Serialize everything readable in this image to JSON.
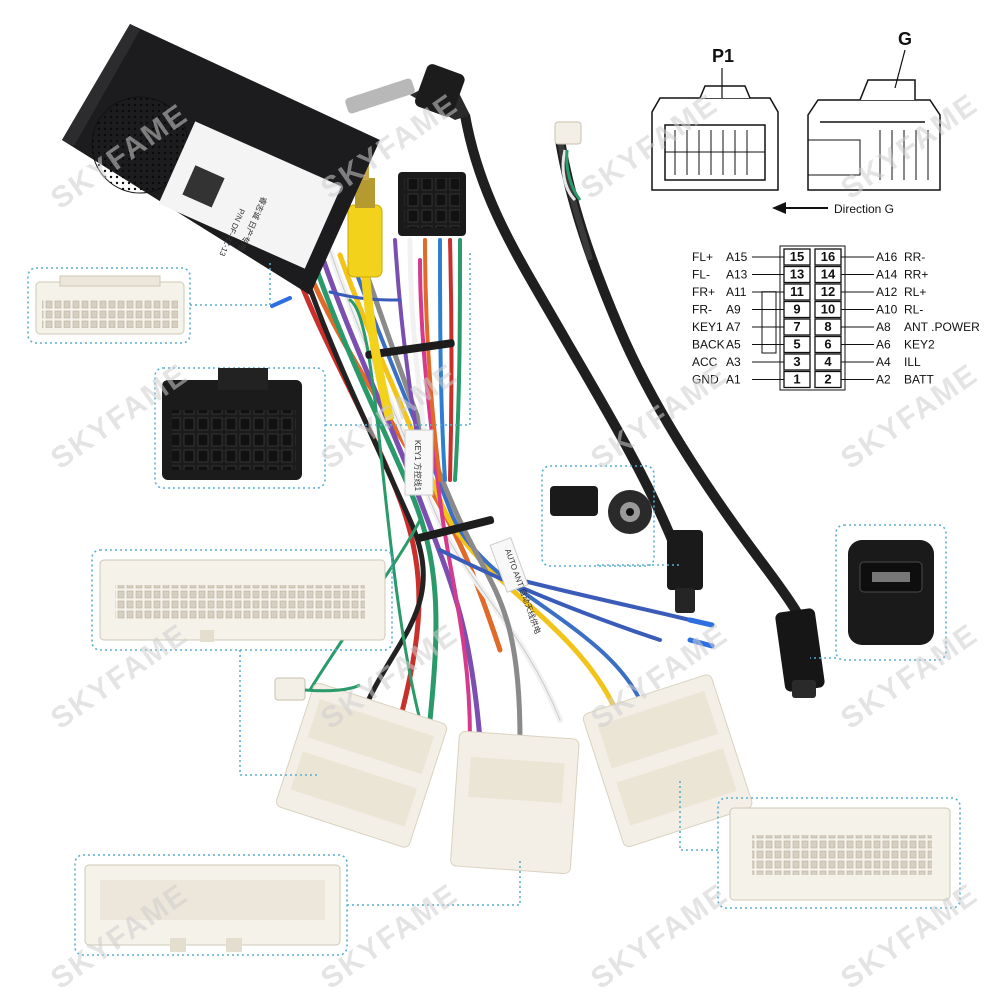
{
  "watermark": "SKYFAME",
  "connector_labels": {
    "p1": "P1",
    "g": "G",
    "direction": "Direction G"
  },
  "pinout": [
    {
      "left_name": "FL+",
      "left_id": "A15",
      "left_num": "15",
      "right_num": "16",
      "right_id": "A16",
      "right_name": "RR-"
    },
    {
      "left_name": "FL-",
      "left_id": "A13",
      "left_num": "13",
      "right_num": "14",
      "right_id": "A14",
      "right_name": "RR+"
    },
    {
      "left_name": "FR+",
      "left_id": "A11",
      "left_num": "11",
      "right_num": "12",
      "right_id": "A12",
      "right_name": "RL+"
    },
    {
      "left_name": "FR-",
      "left_id": "A9",
      "left_num": "9",
      "right_num": "10",
      "right_id": "A10",
      "right_name": "RL-"
    },
    {
      "left_name": "KEY1",
      "left_id": "A7",
      "left_num": "7",
      "right_num": "8",
      "right_id": "A8",
      "right_name": "ANT .POWER"
    },
    {
      "left_name": "BACK",
      "left_id": "A5",
      "left_num": "5",
      "right_num": "6",
      "right_id": "A6",
      "right_name": "KEY2"
    },
    {
      "left_name": "ACC",
      "left_id": "A3",
      "left_num": "3",
      "right_num": "4",
      "right_id": "A4",
      "right_name": "ILL"
    },
    {
      "left_name": "GND",
      "left_id": "A1",
      "left_num": "1",
      "right_num": "2",
      "right_id": "A2",
      "right_name": "BATT"
    }
  ],
  "canbox_label": {
    "part_number": "P/N DF-RZ-13",
    "title": "睿志诚 日产专用"
  },
  "tags": {
    "key1": "KEY1 方控线1",
    "ant": "AUTO ANT 自动天线供电"
  },
  "colors": {
    "box": "#1c1c1e",
    "connector": "#f3efe6",
    "dotted_frame": "#5aaed0",
    "rca_yellow": "#f2d21b",
    "cable_black": "#222222"
  }
}
